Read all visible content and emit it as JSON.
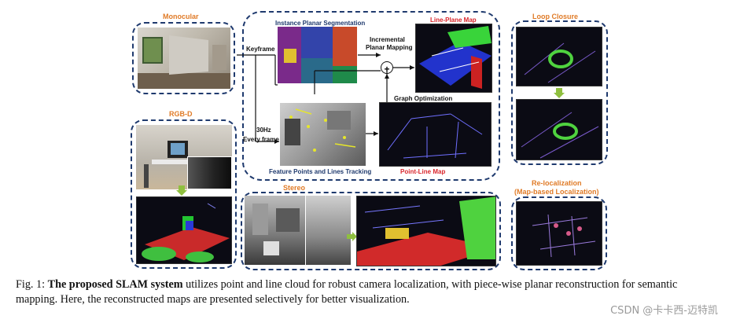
{
  "panels": {
    "monocular": "Monocular",
    "rgbd": "RGB-D",
    "stereo": "Stereo",
    "loop_closure": "Loop Closure",
    "relocalization_line1": "Re-localization",
    "relocalization_line2": "(Map-based Localization)"
  },
  "pipeline": {
    "instance_planar_segmentation": "Instance Planar Segmentation",
    "line_plane_map": "Line-Plane Map",
    "incremental_line1": "Incremental",
    "incremental_line2": "Planar Mapping",
    "keyframe": "Keyframe",
    "graph_optimization": "Graph Optimization",
    "rate": "30Hz",
    "every_frame": "Every frame",
    "feature_tracking": "Feature Points and Lines Tracking",
    "point_line_map": "Point-Line Map",
    "plus_symbol": "+"
  },
  "caption": {
    "fig": "Fig. 1: ",
    "bold": "The proposed SLAM system",
    "rest": " utilizes point and line cloud for robust camera localization, with piece-wise planar reconstruction for semantic mapping. Here, the reconstructed maps are presented selectively for better visualization."
  },
  "watermark": "CSDN @卡卡西-迈特凯"
}
